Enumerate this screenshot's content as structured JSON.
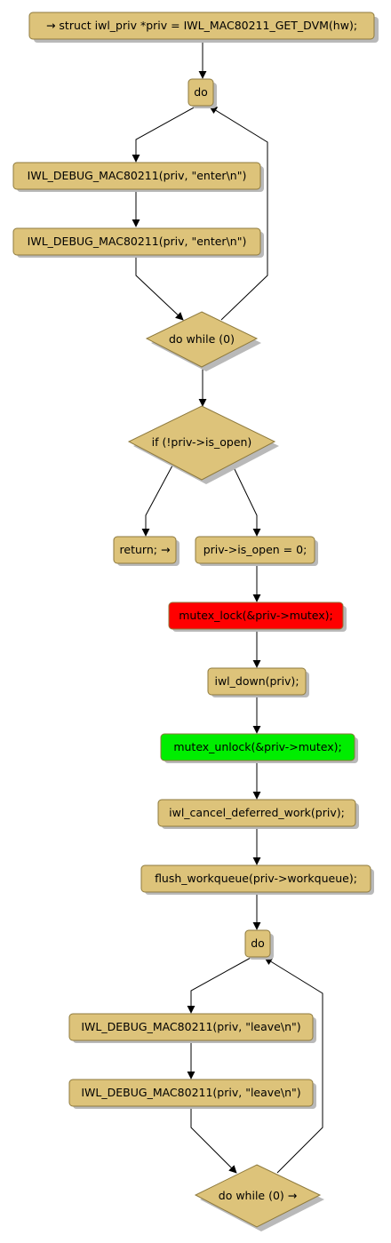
{
  "colors": {
    "node_fill": "#DDC37A",
    "node_stroke": "#8E7A3E",
    "lock_fill": "#FF0000",
    "unlock_fill": "#00EE00",
    "edge": "#000000",
    "shadow": "#B9B9B9"
  },
  "nodes": {
    "start": "→ struct iwl_priv *priv = IWL_MAC80211_GET_DVM(hw);",
    "do_1": "do",
    "debug_enter_1": "IWL_DEBUG_MAC80211(priv, \"enter\\n\")",
    "debug_enter_2": "IWL_DEBUG_MAC80211(priv, \"enter\\n\")",
    "do_while_1": "do while (0)",
    "if_not_open": "if (!priv->is_open)",
    "return": "return; →",
    "set_is_open": "priv->is_open = 0;",
    "mutex_lock": "mutex_lock(&priv->mutex);",
    "iwl_down": "iwl_down(priv);",
    "mutex_unlock": "mutex_unlock(&priv->mutex);",
    "cancel_work": "iwl_cancel_deferred_work(priv);",
    "flush_wq": "flush_workqueue(priv->workqueue);",
    "do_2": "do",
    "debug_leave_1": "IWL_DEBUG_MAC80211(priv, \"leave\\n\")",
    "debug_leave_2": "IWL_DEBUG_MAC80211(priv, \"leave\\n\")",
    "do_while_2": "do while (0) →"
  }
}
